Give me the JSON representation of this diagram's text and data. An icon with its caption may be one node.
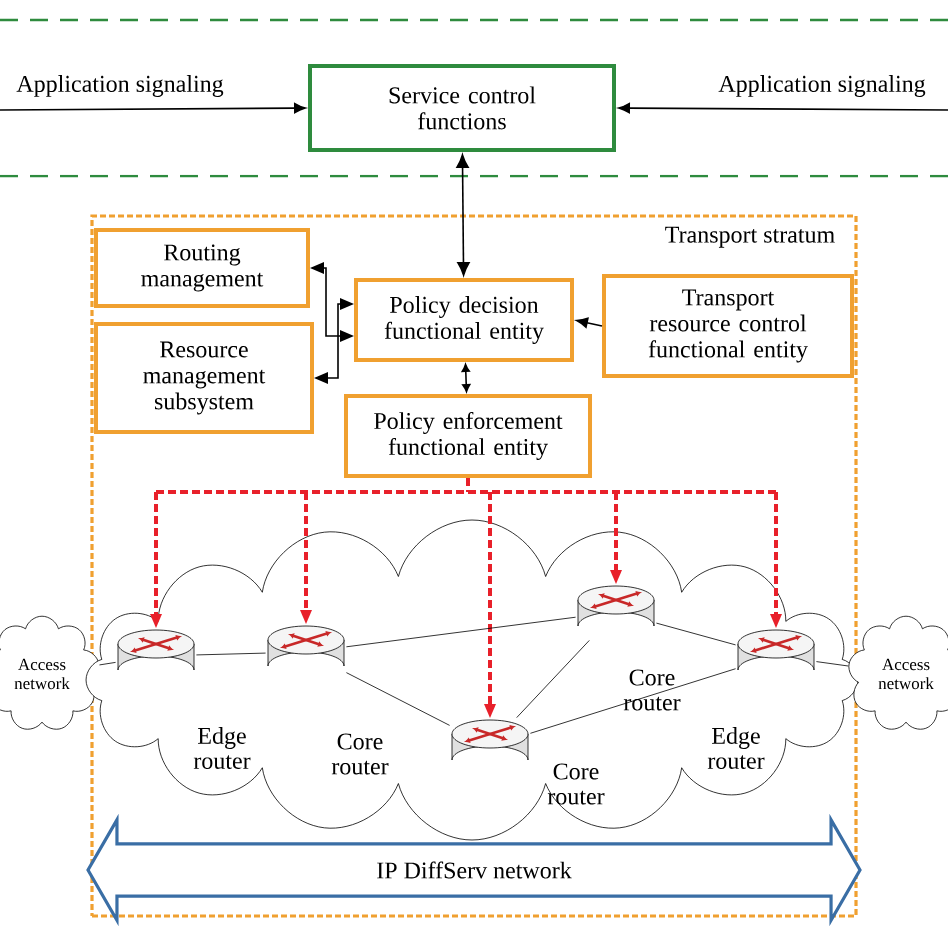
{
  "diagram": {
    "nodes": [
      {
        "text": [
          "Service control functions"
        ]
      },
      {
        "text": [
          "Transport stratum"
        ]
      },
      {
        "text": [
          "Routing management"
        ],
        "in": 1
      },
      {
        "text": [
          "Resource management subsystem"
        ],
        "in": 1
      },
      {
        "text": [
          "Policy decision functional entity"
        ],
        "in": 1
      },
      {
        "text": [
          "Transport resource control functional entity"
        ],
        "in": 1
      },
      {
        "text": [
          "Policy enforcement functional entity"
        ],
        "in": 1
      },
      {
        "text": [
          "Access network"
        ]
      },
      {
        "text": [],
        "shape": "cloud",
        "in": 1
      },
      {
        "text": [],
        "shape": "cylinder",
        "beside": [
          "Edge router"
        ],
        "in": 8
      },
      {
        "text": [],
        "shape": "cylinder",
        "beside": [
          "Core router"
        ],
        "in": 8
      },
      {
        "text": [],
        "shape": "cylinder",
        "beside": [
          "Core router"
        ],
        "in": 8
      },
      {
        "text": [],
        "shape": "cylinder",
        "beside": [
          "Core router"
        ],
        "in": 8
      },
      {
        "text": [],
        "shape": "cylinder",
        "beside": [
          "Edge router"
        ],
        "in": 8
      },
      {
        "text": [
          "Access network"
        ]
      },
      {
        "text": [
          "IP DiffServ network"
        ],
        "in": 1
      }
    ],
    "edges": [
      {
        "from": null,
        "to": 0,
        "arrow": "to",
        "label": "Application signaling"
      },
      {
        "from": null,
        "to": 0,
        "arrow": "to",
        "label": "Application signaling"
      },
      {
        "from": 4,
        "to": 0,
        "arrow": "both"
      },
      {
        "from": 2,
        "to": 4,
        "arrow": "both"
      },
      {
        "from": 3,
        "to": 4,
        "arrow": "both"
      },
      {
        "from": 5,
        "to": 4,
        "arrow": "to"
      },
      {
        "from": 4,
        "to": 6,
        "arrow": "both"
      },
      {
        "from": 6,
        "to": 9,
        "arrow": "to",
        "style": "dashed",
        "color": "#e8202a"
      },
      {
        "from": 6,
        "to": 10,
        "arrow": "to",
        "style": "dashed",
        "color": "#e8202a"
      },
      {
        "from": 6,
        "to": 11,
        "arrow": "to",
        "style": "dashed",
        "color": "#e8202a"
      },
      {
        "from": 6,
        "to": 12,
        "arrow": "to",
        "style": "dashed",
        "color": "#e8202a"
      },
      {
        "from": 6,
        "to": 13,
        "arrow": "to",
        "style": "dashed",
        "color": "#e8202a"
      },
      {
        "from": 7,
        "to": 9,
        "arrow": "none"
      },
      {
        "from": 9,
        "to": 10,
        "arrow": "none"
      },
      {
        "from": 10,
        "to": 12,
        "arrow": "none"
      },
      {
        "from": 10,
        "to": 11,
        "arrow": "none"
      },
      {
        "from": 11,
        "to": 12,
        "arrow": "none"
      },
      {
        "from": 11,
        "to": 13,
        "arrow": "none"
      },
      {
        "from": 12,
        "to": 13,
        "arrow": "none"
      },
      {
        "from": 13,
        "to": 14,
        "arrow": "none"
      }
    ]
  }
}
